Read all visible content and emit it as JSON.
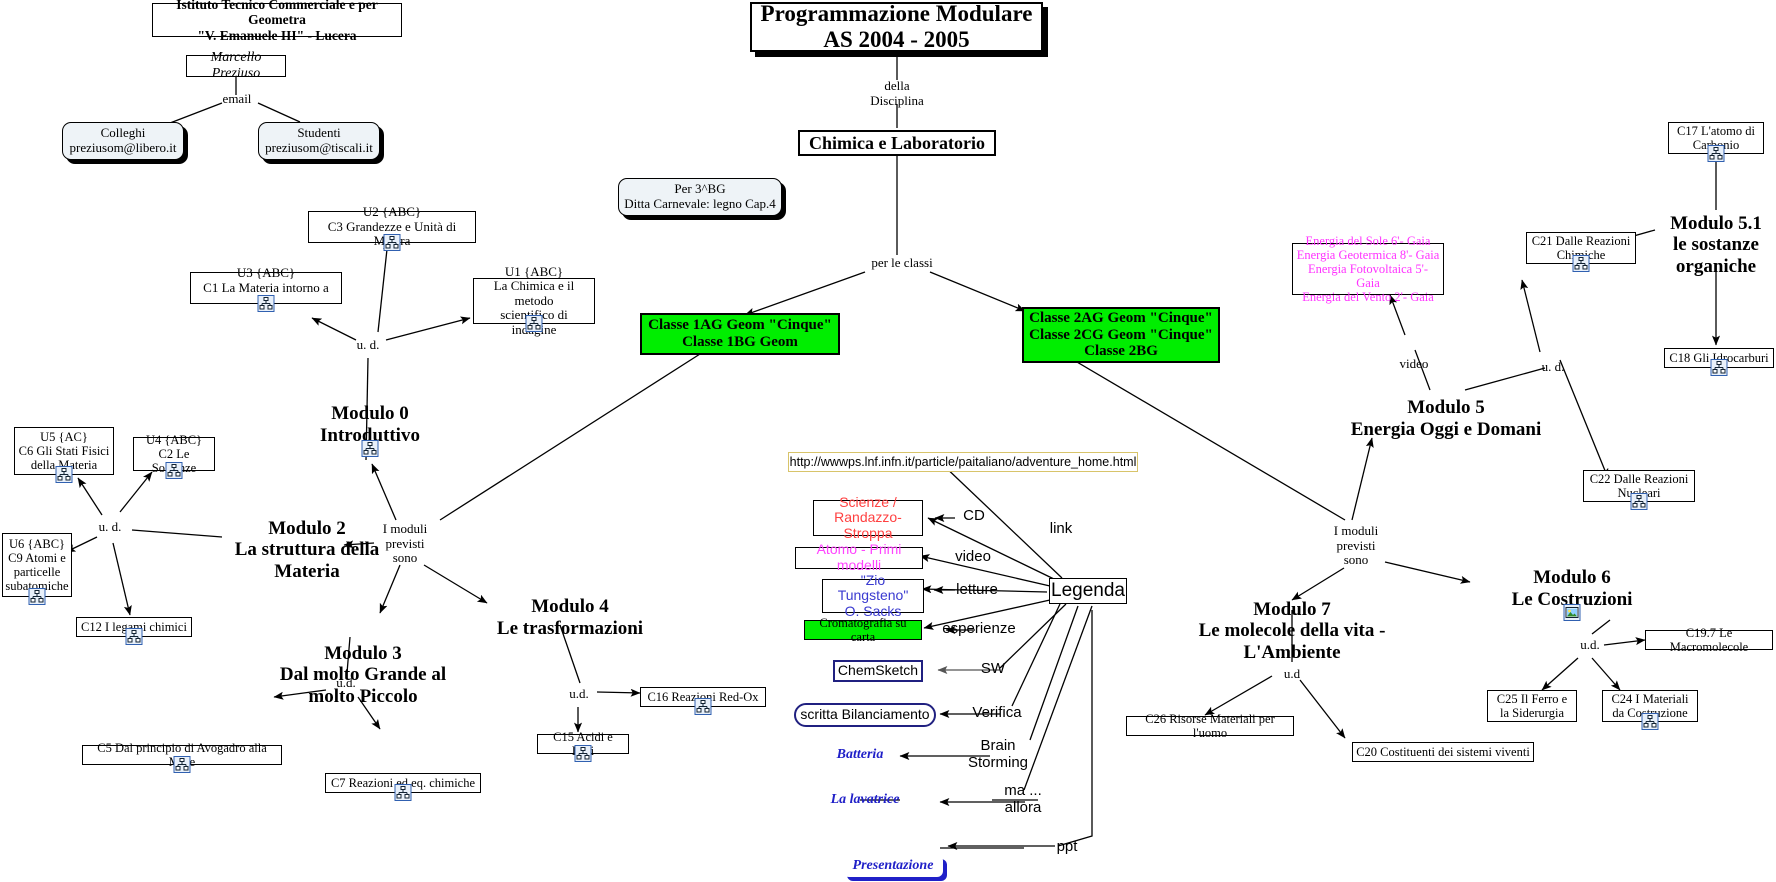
{
  "meta": {
    "map_kind": "concept-map",
    "colors": {
      "green_highlight": "#00ee00",
      "magenta": "#ff33ff",
      "red": "#ff4040",
      "navy": "#202080",
      "url_border": "#d8c46a",
      "node_fill_blue": "#eef3f7"
    }
  },
  "header": {
    "school": "Istituto Tecnico Commerciale e per Geometra\n\"V. Emanuele III\" - Lucera",
    "author": "Marcello Preziuso",
    "email_link_label": "email",
    "email_nodes": [
      {
        "label": "Colleghi\npreziusom@libero.it"
      },
      {
        "label": "Studenti\npreziusom@tiscali.it"
      }
    ],
    "title": "Programmazione Modulare\nAS 2004 - 2005",
    "title_link_label": "della\nDisciplina",
    "subject": "Chimica e Laboratorio",
    "classes_link_label": "per le classi",
    "note_box": "Per 3^BG\nDitta Carnevale: legno Cap.4"
  },
  "classes": [
    {
      "label": "Classe 1AG Geom \"Cinque\"\nClasse 1BG Geom"
    },
    {
      "label": "Classe 2AG Geom \"Cinque\"\nClasse 2CG Geom \"Cinque\"\nClasse 2BG"
    }
  ],
  "link_labels": {
    "moduli_left": "I moduli\nprevisti\nsono",
    "moduli_right": "I moduli\nprevisti\nsono",
    "ud": "u. d.",
    "ud_dot": "u.d.",
    "ud_nodot": "u.d",
    "video": "video"
  },
  "modules": [
    {
      "id": "m0",
      "title": "Modulo 0\nIntroduttivo"
    },
    {
      "id": "m2",
      "title": "Modulo 2\nLa struttura della\nMateria"
    },
    {
      "id": "m3",
      "title": "Modulo 3\nDal molto Grande al\nmolto Piccolo"
    },
    {
      "id": "m4",
      "title": "Modulo 4\nLe trasformazioni"
    },
    {
      "id": "m5",
      "title": "Modulo 5\nEnergia Oggi e Domani"
    },
    {
      "id": "m51",
      "title": "Modulo 5.1\nle sostanze\norganiche"
    },
    {
      "id": "m6",
      "title": "Modulo 6\nLe Costruzioni"
    },
    {
      "id": "m7",
      "title": "Modulo 7\nLe molecole della vita -\nL'Ambiente"
    }
  ],
  "concepts": {
    "u2": "U2 {ABC}\nC3 Grandezze e Unità di Misura",
    "u3": "U3 {ABC}\nC1 La Materia intorno a noi",
    "u1": "U1 {ABC}\nLa Chimica e il metodo\nscientifico di indagine",
    "u5": "U5 {AC}\nC6 Gli Stati Fisici\ndella Materia",
    "u4": "U4 {ABC}\nC2 Le Sostanze",
    "u6": "U6 {ABC}\nC9 Atomi e\nparticelle\nsubatomiche",
    "c12": "C12 I legami chimici",
    "c5": "C5 Dal principio di Avogadro alla Mole",
    "c7": "C7 Reazioni ed eq. chimiche",
    "c15": "C15 Acidi e Basi",
    "c16": "C16 Reazioni Red-Ox",
    "c17": "C17 L'atomo di\nCarbonio",
    "c18": "C18 Gli Idrocarburi",
    "c21": "C21 Dalle Reazioni\nChimiche",
    "c22": "C22 Dalle Reazioni\nNucleari",
    "c26": "C26 Risorse Materiali per l'uomo",
    "c20": "C20 Costituenti dei sistemi viventi",
    "c19": "C19.7 Le Macromolecole",
    "c25": "C25 Il Ferro e\nla Siderurgia",
    "c24": "C24 I Materiali\nda Costruzione",
    "energie": "Energia del Sole 6'- Gaia\nEnergia Geotermica 8'- Gaia\nEnergia Fotovoltaica 5'- Gaia\nEnergia del Vento 2'- Gaia"
  },
  "legend": {
    "title": "Legenda",
    "url": "http://wwwps.lnf.infn.it/particle/paitaliano/adventure_home.html",
    "items": [
      {
        "relation": "link",
        "target": "http://wwwps.lnf.infn.it/particle/paitaliano/adventure_home.html"
      },
      {
        "relation": "CD",
        "target": "Scienze /\nRandazzo-Stroppa"
      },
      {
        "relation": "video",
        "target": "Atomo - Primi modelli"
      },
      {
        "relation": "letture",
        "target": "\"Zio Tungsteno\"\nO. Sacks"
      },
      {
        "relation": "esperienze",
        "target": "Cromatografia su carta"
      },
      {
        "relation": "SW",
        "target": "ChemSketch"
      },
      {
        "relation": "Verifica",
        "target": "scritta Bilanciamento"
      },
      {
        "relation": "Brain\nStorming",
        "target": "Batteria"
      },
      {
        "relation": "ma ...\nallora",
        "target": "La lavatrice"
      },
      {
        "relation": "ppt",
        "target": "Presentazione"
      }
    ]
  },
  "icons": {
    "submap": "submap-icon",
    "picture": "picture-resource-icon"
  }
}
